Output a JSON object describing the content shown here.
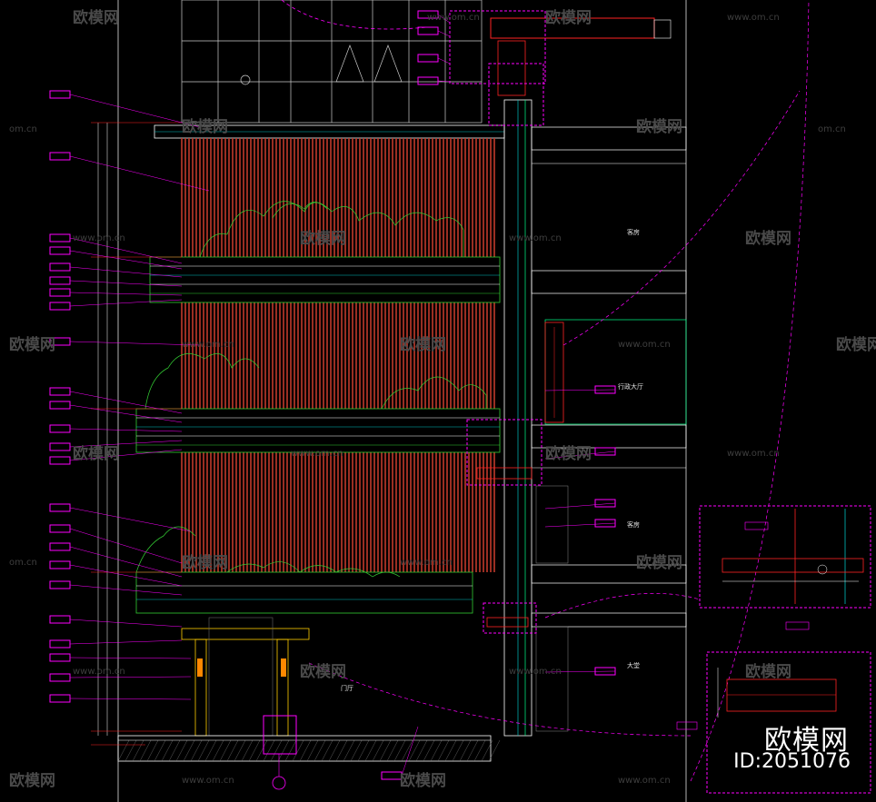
{
  "watermark": {
    "brand_text": "欧模网",
    "url_text": "www.om.cn",
    "url_short": "om.cn"
  },
  "stamp": {
    "brand": "欧模网",
    "id_label": "ID:2051076"
  },
  "rooms": {
    "room_upper": "客房",
    "room_hall": "行政大厅",
    "room_mid": "客房",
    "room_lobby": "大堂",
    "room_entry": "门厅"
  },
  "colors": {
    "background": "#000000",
    "annotation": "#ff00ff",
    "screen_fins": "#c0392b",
    "planting": "#33cc33",
    "structure": "#ffffff",
    "glass": "#00c0c0"
  }
}
